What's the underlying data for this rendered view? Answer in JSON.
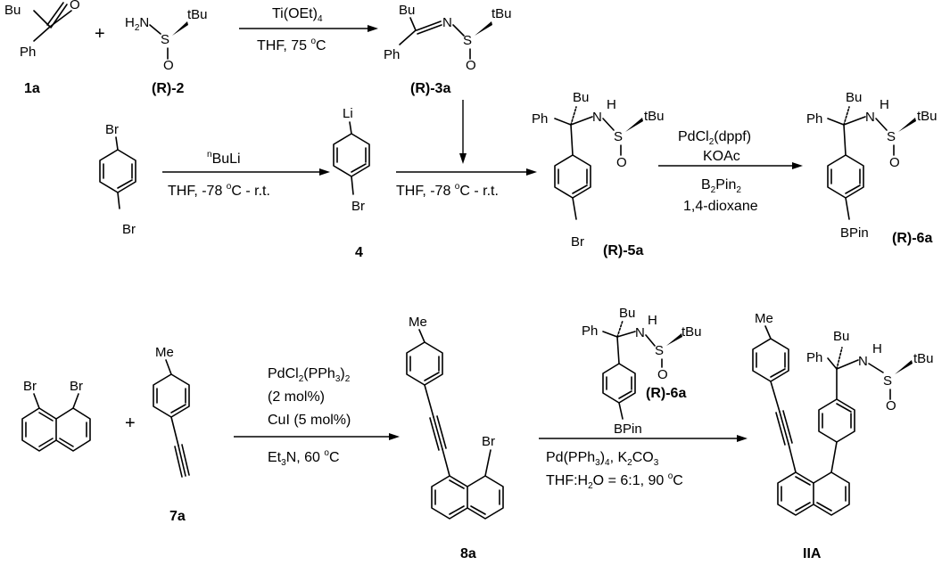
{
  "compounds": {
    "c1a": {
      "label": "1a",
      "r": "Bu",
      "o": "O",
      "ph": "Ph"
    },
    "r2": {
      "label": "(R)-2",
      "h": "H",
      "two": "2",
      "n": "N",
      "s": "S",
      "o": "O",
      "tbu": "tBu"
    },
    "r3a": {
      "label": "(R)-3a",
      "bu": "Bu",
      "ph": "Ph",
      "n": "N",
      "s": "S",
      "o": "O",
      "tbu": "tBu"
    },
    "dibromobenzene": {
      "br_top": "Br",
      "br_bottom": "Br"
    },
    "c4": {
      "label": "4",
      "li": "Li",
      "br": "Br"
    },
    "r5a": {
      "label": "(R)-5a",
      "ph": "Ph",
      "bu": "Bu",
      "n": "N",
      "h": "H",
      "s": "S",
      "o": "O",
      "tbu": "tBu",
      "br": "Br"
    },
    "r6a": {
      "label": "(R)-6a",
      "ph": "Ph",
      "bu": "Bu",
      "n": "N",
      "h": "H",
      "s": "S",
      "o": "O",
      "tbu": "tBu",
      "bpin": "BPin"
    },
    "dibromonaphthalene": {
      "br1": "Br",
      "br2": "Br"
    },
    "c7a": {
      "label": "7a",
      "me": "Me"
    },
    "c8a": {
      "label": "8a",
      "me": "Me",
      "br": "Br"
    },
    "r6a_inline": {
      "label": "(R)-6a",
      "ph": "Ph",
      "bu": "Bu",
      "n": "N",
      "h": "H",
      "s": "S",
      "o": "O",
      "tbu": "tBu",
      "bpin": "BPin"
    },
    "iia": {
      "label": "IIA",
      "me": "Me",
      "ph": "Ph",
      "bu": "Bu",
      "n": "N",
      "h": "H",
      "s": "S",
      "o": "O",
      "tbu": "tBu"
    }
  },
  "symbols": {
    "plus": "+"
  },
  "arrows": {
    "a1": {
      "above": {
        "pre": "Ti(OEt)",
        "sub": "4"
      },
      "below": {
        "pre": "THF, 75 ",
        "sup": "o",
        "post": "C"
      }
    },
    "a2": {
      "above": {
        "sup": "n",
        "post": "BuLi"
      },
      "below": {
        "pre": "THF, -78 ",
        "sup": "o",
        "post": "C - r.t."
      }
    },
    "a3": {
      "below": {
        "pre": "THF, -78 ",
        "sup": "o",
        "post": "C - r.t."
      }
    },
    "a4": {
      "above": {
        "pre": "PdCl",
        "sub": "2",
        "post": "(dppf)"
      },
      "line2": "KOAc",
      "line3": {
        "pre": "B",
        "sub1": "2",
        "mid": "Pin",
        "sub2": "2"
      },
      "line4": "1,4-dioxane"
    },
    "a5": {
      "line1": {
        "pre": "PdCl",
        "sub1": "2",
        "mid": "(PPh",
        "sub2": "3",
        "post": ")",
        "sub3": "2"
      },
      "line2": "(2 mol%)",
      "line3": "CuI (5 mol%)",
      "line4": {
        "pre": "Et",
        "sub": "3",
        "mid": "N, 60 ",
        "sup": "o",
        "post": "C"
      }
    },
    "a6": {
      "line1": {
        "pre": "Pd(PPh",
        "sub1": "3",
        "mid": ")",
        "sub2": "4",
        "mid2": ", K",
        "sub3": "2",
        "mid3": "CO",
        "sub4": "3"
      },
      "line2": {
        "pre": "THF:H",
        "sub": "2",
        "mid": "O = 6:1, 90 ",
        "sup": "o",
        "post": "C"
      }
    }
  }
}
